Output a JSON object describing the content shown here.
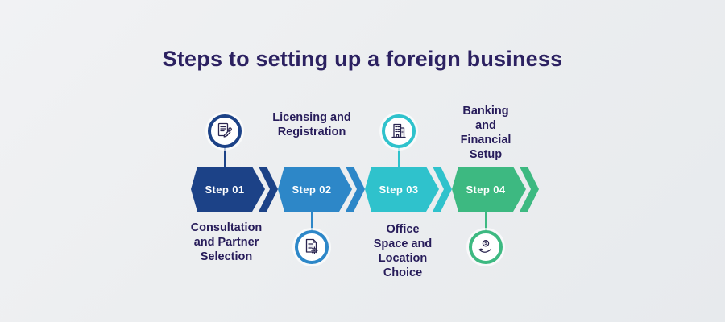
{
  "title": "Steps to setting up a foreign business",
  "palette": {
    "background": "#eceef0",
    "title_text": "#2c2161",
    "caption_text": "#271c5a",
    "step_label_text": "#ffffff",
    "step1_navy": "#1c4287",
    "step2_blue": "#2d87c8",
    "step3_teal": "#2fc2cc",
    "step4_green": "#3db981"
  },
  "steps": [
    {
      "label": "Step 01",
      "color": "#1c4287",
      "caption": "Consultation\nand Partner\nSelection",
      "caption_position": "below",
      "icon": "contract-pen-icon",
      "icon_position": "above"
    },
    {
      "label": "Step 02",
      "color": "#2d87c8",
      "caption": "Licensing and\nRegistration",
      "caption_position": "above",
      "icon": "document-gear-icon",
      "icon_position": "below"
    },
    {
      "label": "Step 03",
      "color": "#2fc2cc",
      "caption": "Office\nSpace and\nLocation\nChoice",
      "caption_position": "below",
      "icon": "office-building-icon",
      "icon_position": "above"
    },
    {
      "label": "Step 04",
      "color": "#3db981",
      "caption": "Banking\nand\nFinancial\nSetup",
      "caption_position": "above",
      "icon": "hand-coin-icon",
      "icon_position": "below",
      "coin_symbol": "$"
    }
  ]
}
